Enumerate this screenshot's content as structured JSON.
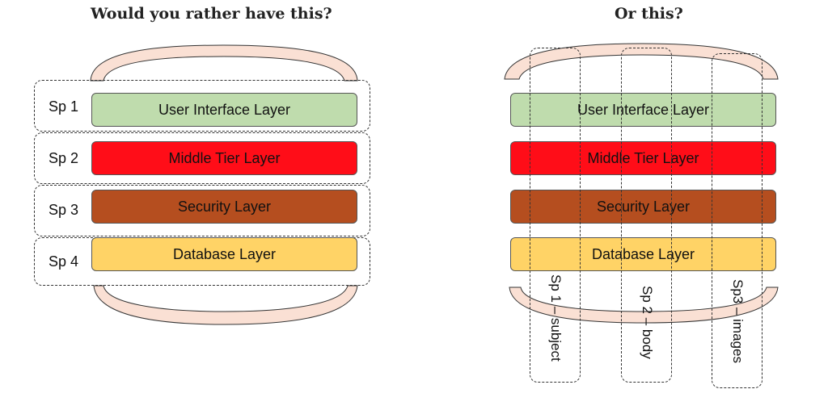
{
  "left": {
    "title": "Would you rather have this?",
    "sprints": [
      "Sp 1",
      "Sp 2",
      "Sp 3",
      "Sp 4"
    ]
  },
  "right": {
    "title": "Or this?",
    "sprints": [
      "Sp 1 – subject",
      "Sp 2 – body",
      "Sp3 – images"
    ]
  },
  "layers": [
    {
      "label": "User Interface Layer",
      "color": "#bfdcad"
    },
    {
      "label": "Middle Tier Layer",
      "color": "#ff0d18"
    },
    {
      "label": "Security Layer",
      "color": "#b54e1f"
    },
    {
      "label": "Database Layer",
      "color": "#ffd366"
    }
  ],
  "bun_color": "#fae0d4"
}
